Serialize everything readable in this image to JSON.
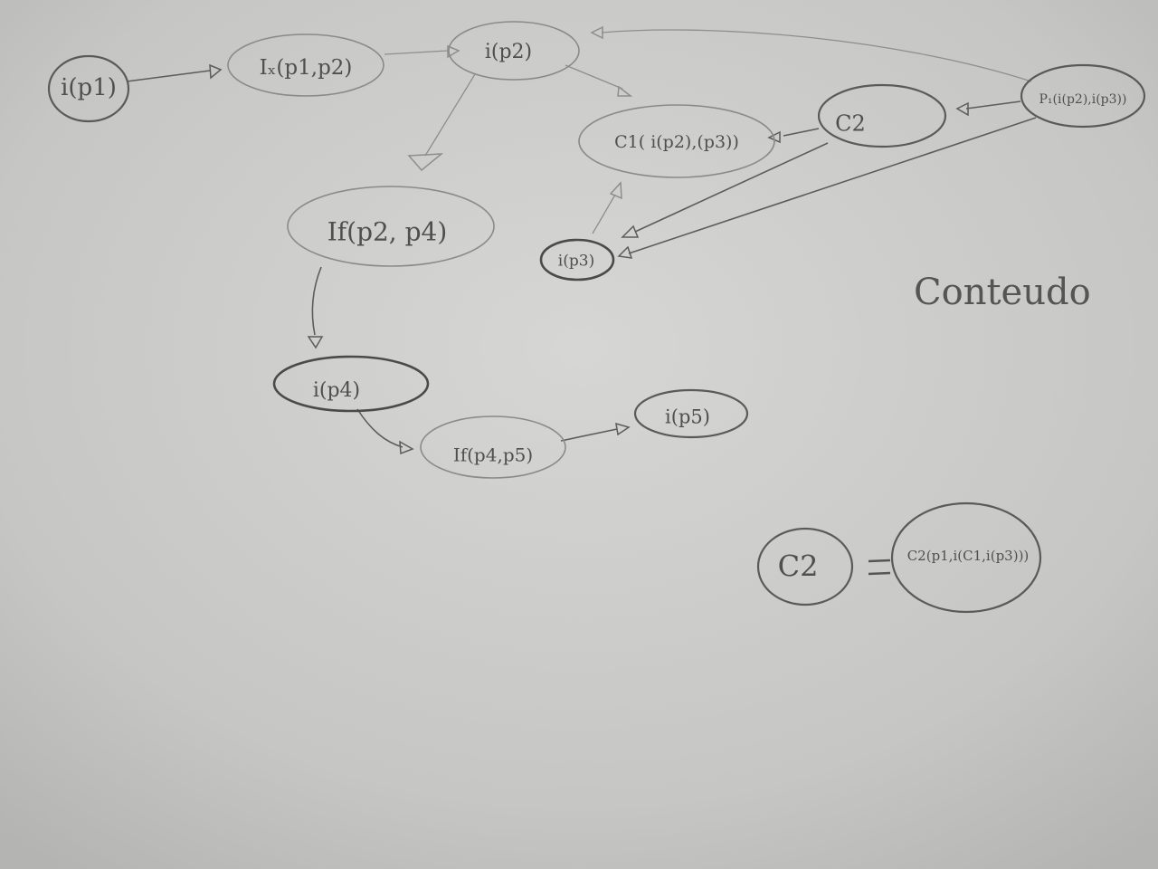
{
  "nodes": {
    "n1": "i(p1)",
    "n2": "Iₓ(p1,p2)",
    "n3": "i(p2)",
    "n4": "C1( i(p2),(p3))",
    "n5": "C2",
    "n6": "P₁(i(p2),i(p3))",
    "n7": "If(p2, p4)",
    "n8": "i(p3)",
    "n9": "i(p4)",
    "n10": "If(p4,p5)",
    "n11": "i(p5)",
    "n12": "C2",
    "n13": "C2(p1,i(C1,i(p3)))"
  },
  "annotation": "Conteudo",
  "equals": "="
}
